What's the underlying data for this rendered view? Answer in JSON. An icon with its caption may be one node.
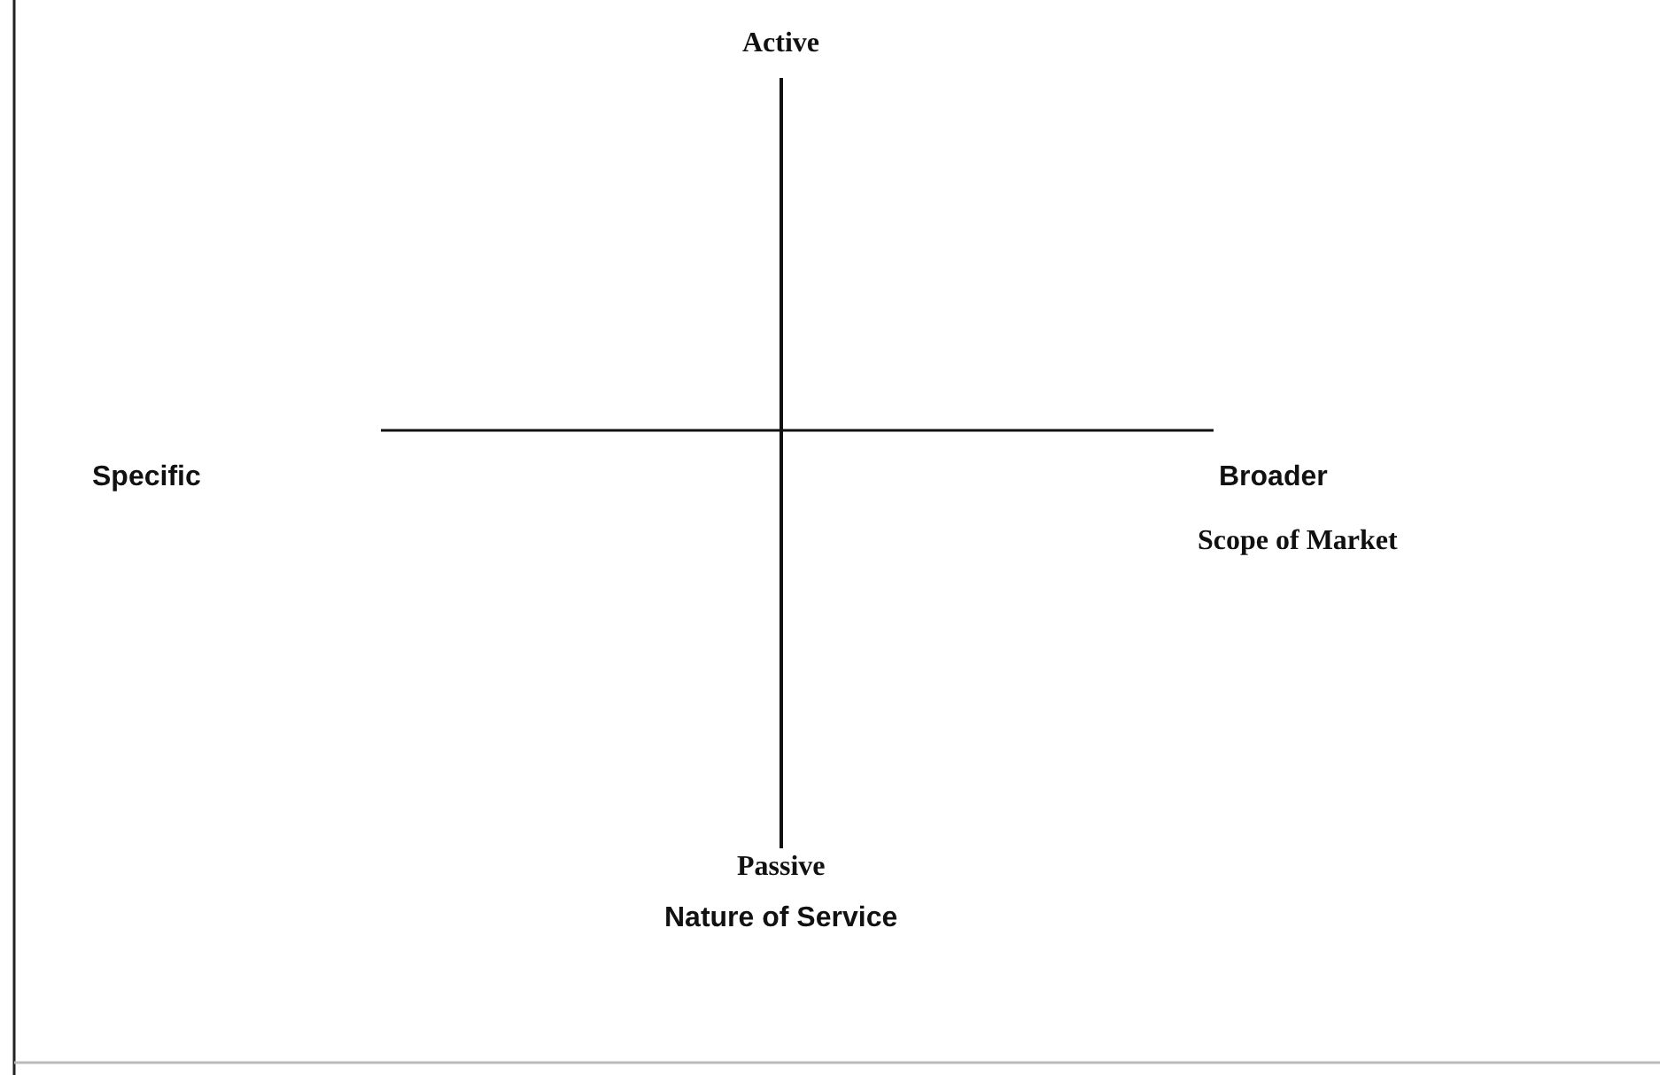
{
  "diagram": {
    "labels": [
      "Active",
      "Specific",
      "Broader",
      "Scope of Market",
      "Passive",
      "Nature of Service"
    ]
  }
}
